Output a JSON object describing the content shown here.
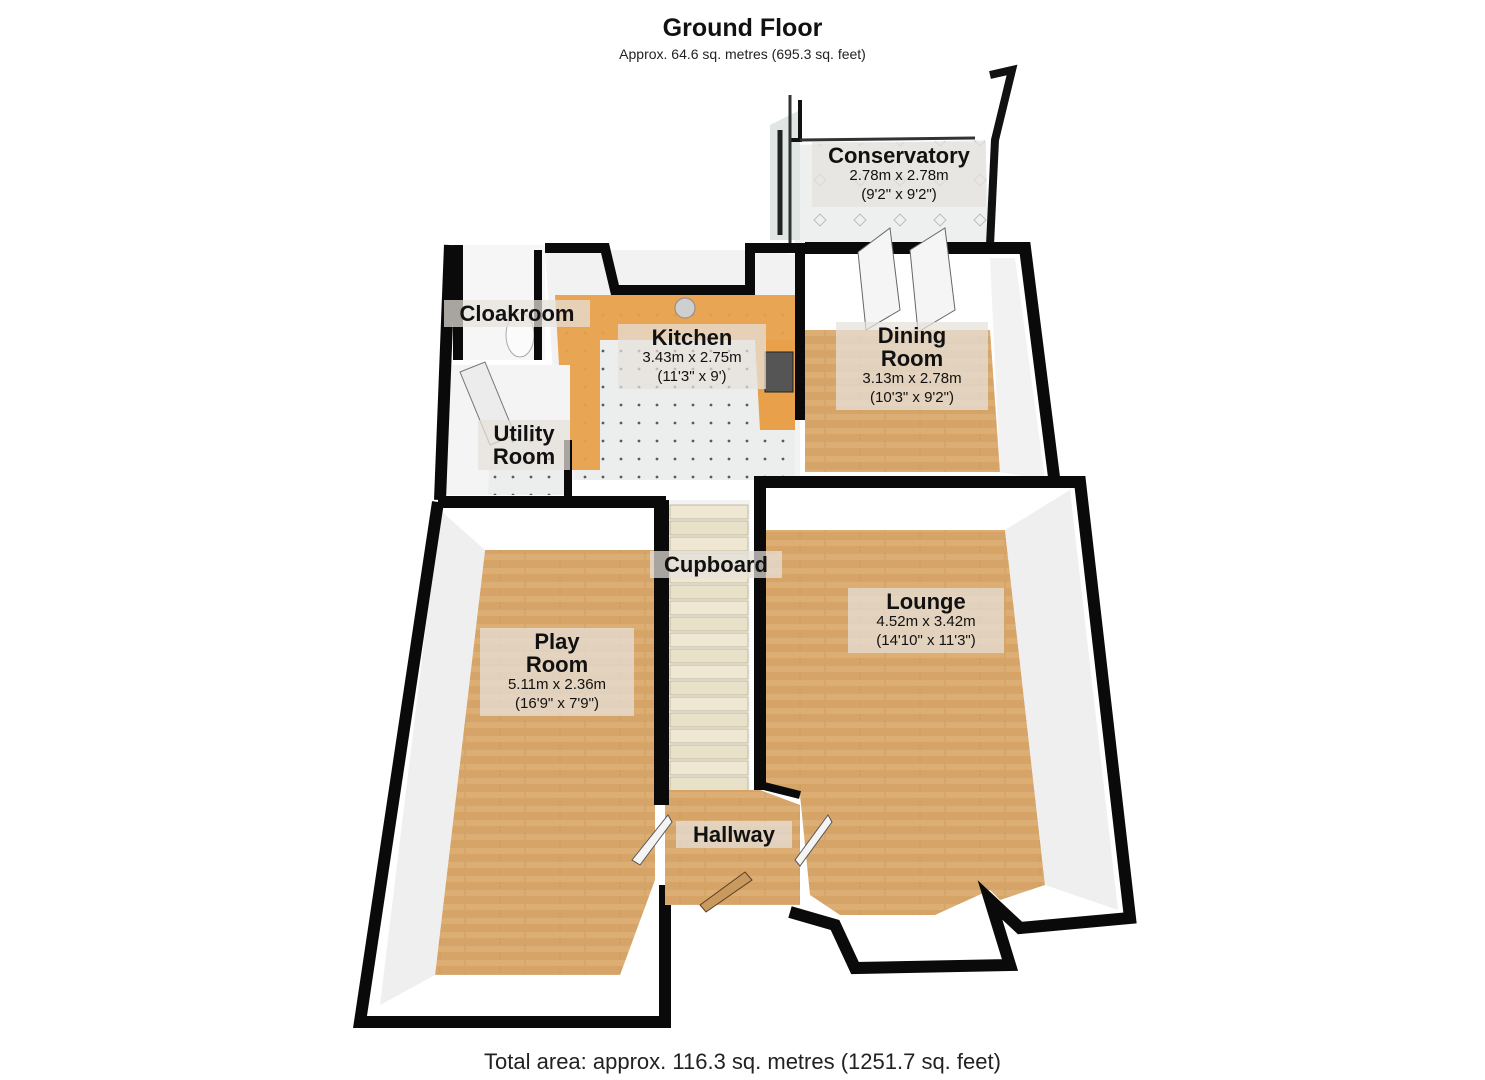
{
  "floor": {
    "title": "Ground Floor",
    "area": "Approx. 64.6 sq. metres (695.3 sq. feet)"
  },
  "total_area": "Total area: approx. 116.3 sq. metres (1251.7 sq. feet)",
  "rooms": {
    "conservatory": {
      "name": "Conservatory",
      "metric": "2.78m x 2.78m",
      "imperial": "(9'2\" x 9'2\")"
    },
    "cloakroom": {
      "name": "Cloakroom"
    },
    "kitchen": {
      "name": "Kitchen",
      "metric": "3.43m x 2.75m",
      "imperial": "(11'3\" x 9')"
    },
    "dining": {
      "name1": "Dining",
      "name2": "Room",
      "metric": "3.13m x 2.78m",
      "imperial": "(10'3\" x 9'2\")"
    },
    "utility": {
      "name1": "Utility",
      "name2": "Room"
    },
    "cupboard": {
      "name": "Cupboard"
    },
    "lounge": {
      "name": "Lounge",
      "metric": "4.52m x 3.42m",
      "imperial": "(14'10\" x 11'3\")"
    },
    "playroom": {
      "name1": "Play",
      "name2": "Room",
      "metric": "5.11m x 2.36m",
      "imperial": "(16'9\" x 7'9\")"
    },
    "hallway": {
      "name": "Hallway"
    }
  },
  "colors": {
    "wall": "#0a0a0a",
    "wood": "#dcae74",
    "tile": "#e9ecec",
    "counter": "#e8a04a",
    "inner_wall": "#f4f4f4"
  }
}
